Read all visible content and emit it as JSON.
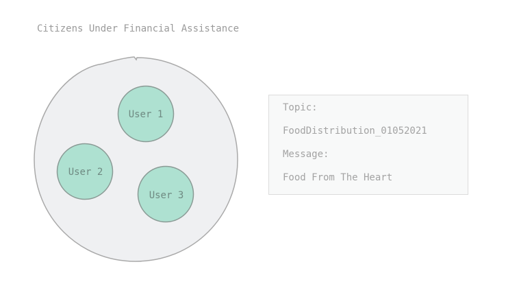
{
  "group": {
    "title": "Citizens Under Financial Assistance",
    "fill": "#eff0f2",
    "stroke": "#a9a9a9"
  },
  "users": [
    {
      "label": "User 1"
    },
    {
      "label": "User 2"
    },
    {
      "label": "User 3"
    }
  ],
  "user_style": {
    "fill": "#aee1d1",
    "stroke": "#8a9a95"
  },
  "message_card": {
    "topic_label": "Topic:",
    "topic_value": "FoodDistribution_01052021",
    "message_label": "Message:",
    "message_value": "Food From The Heart"
  }
}
